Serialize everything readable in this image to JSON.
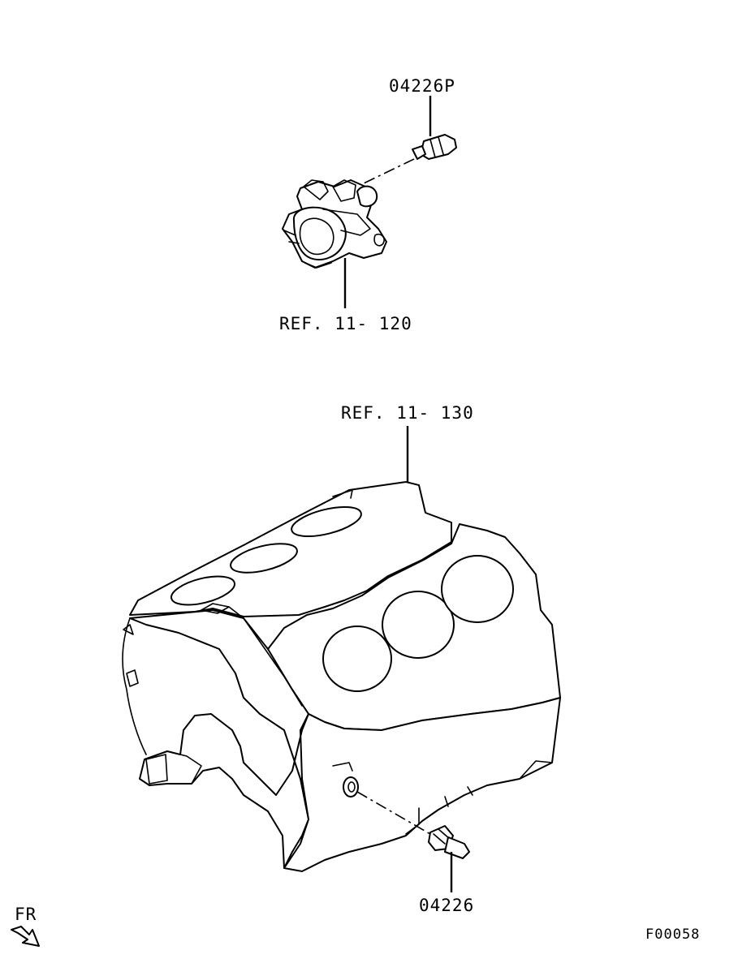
{
  "callouts": {
    "sender_upper": "04226P",
    "ref_upper": "REF. 11- 120",
    "ref_lower": "REF. 11- 130",
    "sender_lower": "04226"
  },
  "direction": {
    "label": "FR",
    "icon": "front-arrow-icon"
  },
  "figure_code": "F00058"
}
